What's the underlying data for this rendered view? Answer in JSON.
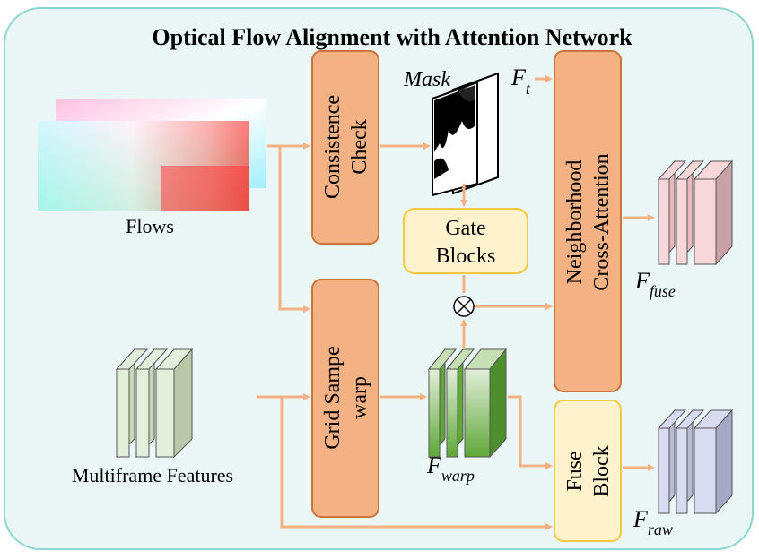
{
  "title": "Optical Flow Alignment with Attention Network",
  "labels": {
    "flows": "Flows",
    "multiframe_features": "Multiframe Features",
    "mask": "Mask",
    "ft_main": "F",
    "ft_sub": "t",
    "ffuse_main": "F",
    "ffuse_sub": "fuse",
    "fwarp_main": "F",
    "fwarp_sub": "warp",
    "fraw_main": "F",
    "fraw_sub": "raw"
  },
  "blocks": {
    "consistence_check": [
      "Consistence",
      "Check"
    ],
    "grid_sample_warp": [
      "Grid Sampe",
      "warp"
    ],
    "gate_blocks": [
      "Gate",
      "Blocks"
    ],
    "neighborhood_cross_attention": [
      "Neighborhood",
      "Cross-Attention"
    ],
    "fuse_block": [
      "Fuse",
      "Block"
    ],
    "multiply_symbol": "⊗"
  },
  "colors": {
    "panel_bg": "#eaf7f6",
    "panel_border": "#8fd6d0",
    "orange_fill": "#f4b183",
    "orange_stroke": "#c9753a",
    "yellow_fill": "#fff2cc",
    "yellow_stroke": "#f5c842",
    "arrow": "#f4b183",
    "feat_green_light": "#e2efda",
    "feat_green_dark": "#70ad47",
    "feat_pink": "#f8d7da",
    "feat_blue": "#d9dcf0"
  }
}
